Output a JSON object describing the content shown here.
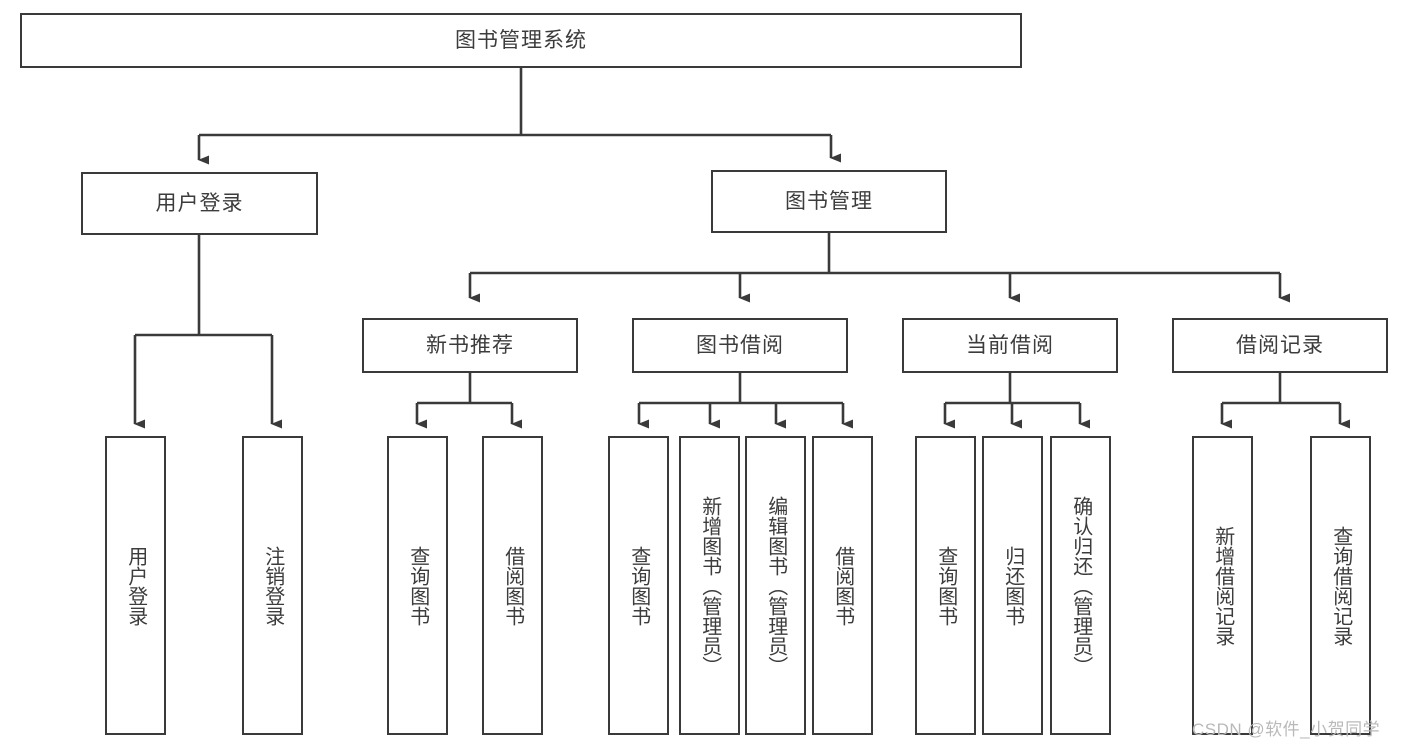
{
  "diagram": {
    "title_node": {
      "label": "图书管理系统"
    },
    "level2": [
      {
        "label": "用户登录"
      },
      {
        "label": "图书管理"
      }
    ],
    "level3": [
      {
        "label": "新书推荐"
      },
      {
        "label": "图书借阅"
      },
      {
        "label": "当前借阅"
      },
      {
        "label": "借阅记录"
      }
    ],
    "leaves": {
      "user_login": [
        {
          "label": "用户登录"
        },
        {
          "label": "注销登录"
        }
      ],
      "new_book": [
        {
          "label": "查询图书"
        },
        {
          "label": "借阅图书"
        }
      ],
      "book_borrow": [
        {
          "label": "查询图书"
        },
        {
          "label": "新增图书（管理员）"
        },
        {
          "label": "编辑图书（管理员）"
        },
        {
          "label": "借阅图书"
        }
      ],
      "current_borrow": [
        {
          "label": "查询图书"
        },
        {
          "label": "归还图书"
        },
        {
          "label": "确认归还（管理员）"
        }
      ],
      "borrow_record": [
        {
          "label": "新增借阅记录"
        },
        {
          "label": "查询借阅记录"
        }
      ]
    }
  },
  "watermark": {
    "text": "CSDN @软件_小贺同学"
  },
  "colors": {
    "stroke": "#3a3a3a",
    "text": "#3c3c3c",
    "background": "#ffffff",
    "watermark": "#b9b9b9"
  }
}
